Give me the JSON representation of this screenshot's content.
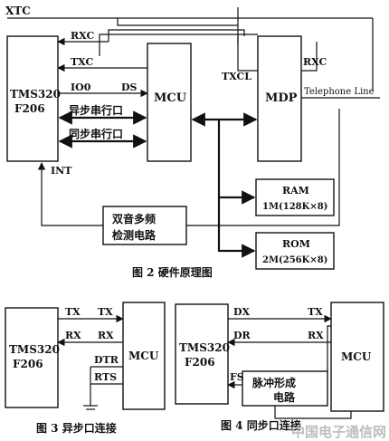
{
  "fig2": {
    "xtc": "XTC",
    "dsp_line1": "TMS320",
    "dsp_line2": "F206",
    "mcu": "MCU",
    "mdp": "MDP",
    "rxc": "RXC",
    "txc": "TXC",
    "io0": "IO0",
    "ds": "DS",
    "async_port": "异步串行口",
    "sync_port": "同步串行口",
    "txcl": "TXCL",
    "rxc_right": "RXC",
    "telephone_line": "Telephone Line",
    "int": "INT",
    "dtmf_line1": "双音多频",
    "dtmf_line2": "检测电路",
    "ram_line1": "RAM",
    "ram_line2": "1M(128K×8)",
    "rom_line1": "ROM",
    "rom_line2": "2M(256K×8)",
    "caption": "图 2  硬件原理图"
  },
  "fig3": {
    "dsp_line1": "TMS320",
    "dsp_line2": "F206",
    "mcu": "MCU",
    "tx_left": "TX",
    "tx_right": "TX",
    "rx_left": "RX",
    "rx_right": "RX",
    "dtr": "DTR",
    "rts": "RTS",
    "caption": "图 3  异步口连接"
  },
  "fig4": {
    "dsp_line1": "TMS320",
    "dsp_line2": "F206",
    "mcu": "MCU",
    "dx": "DX",
    "tx": "TX",
    "dr": "DR",
    "rx": "RX",
    "fs": "FS",
    "pulse_line1": "脉冲形成",
    "pulse_line2": "电路",
    "caption": "图 4  同步口连接"
  },
  "watermark": "中国电子通信网"
}
